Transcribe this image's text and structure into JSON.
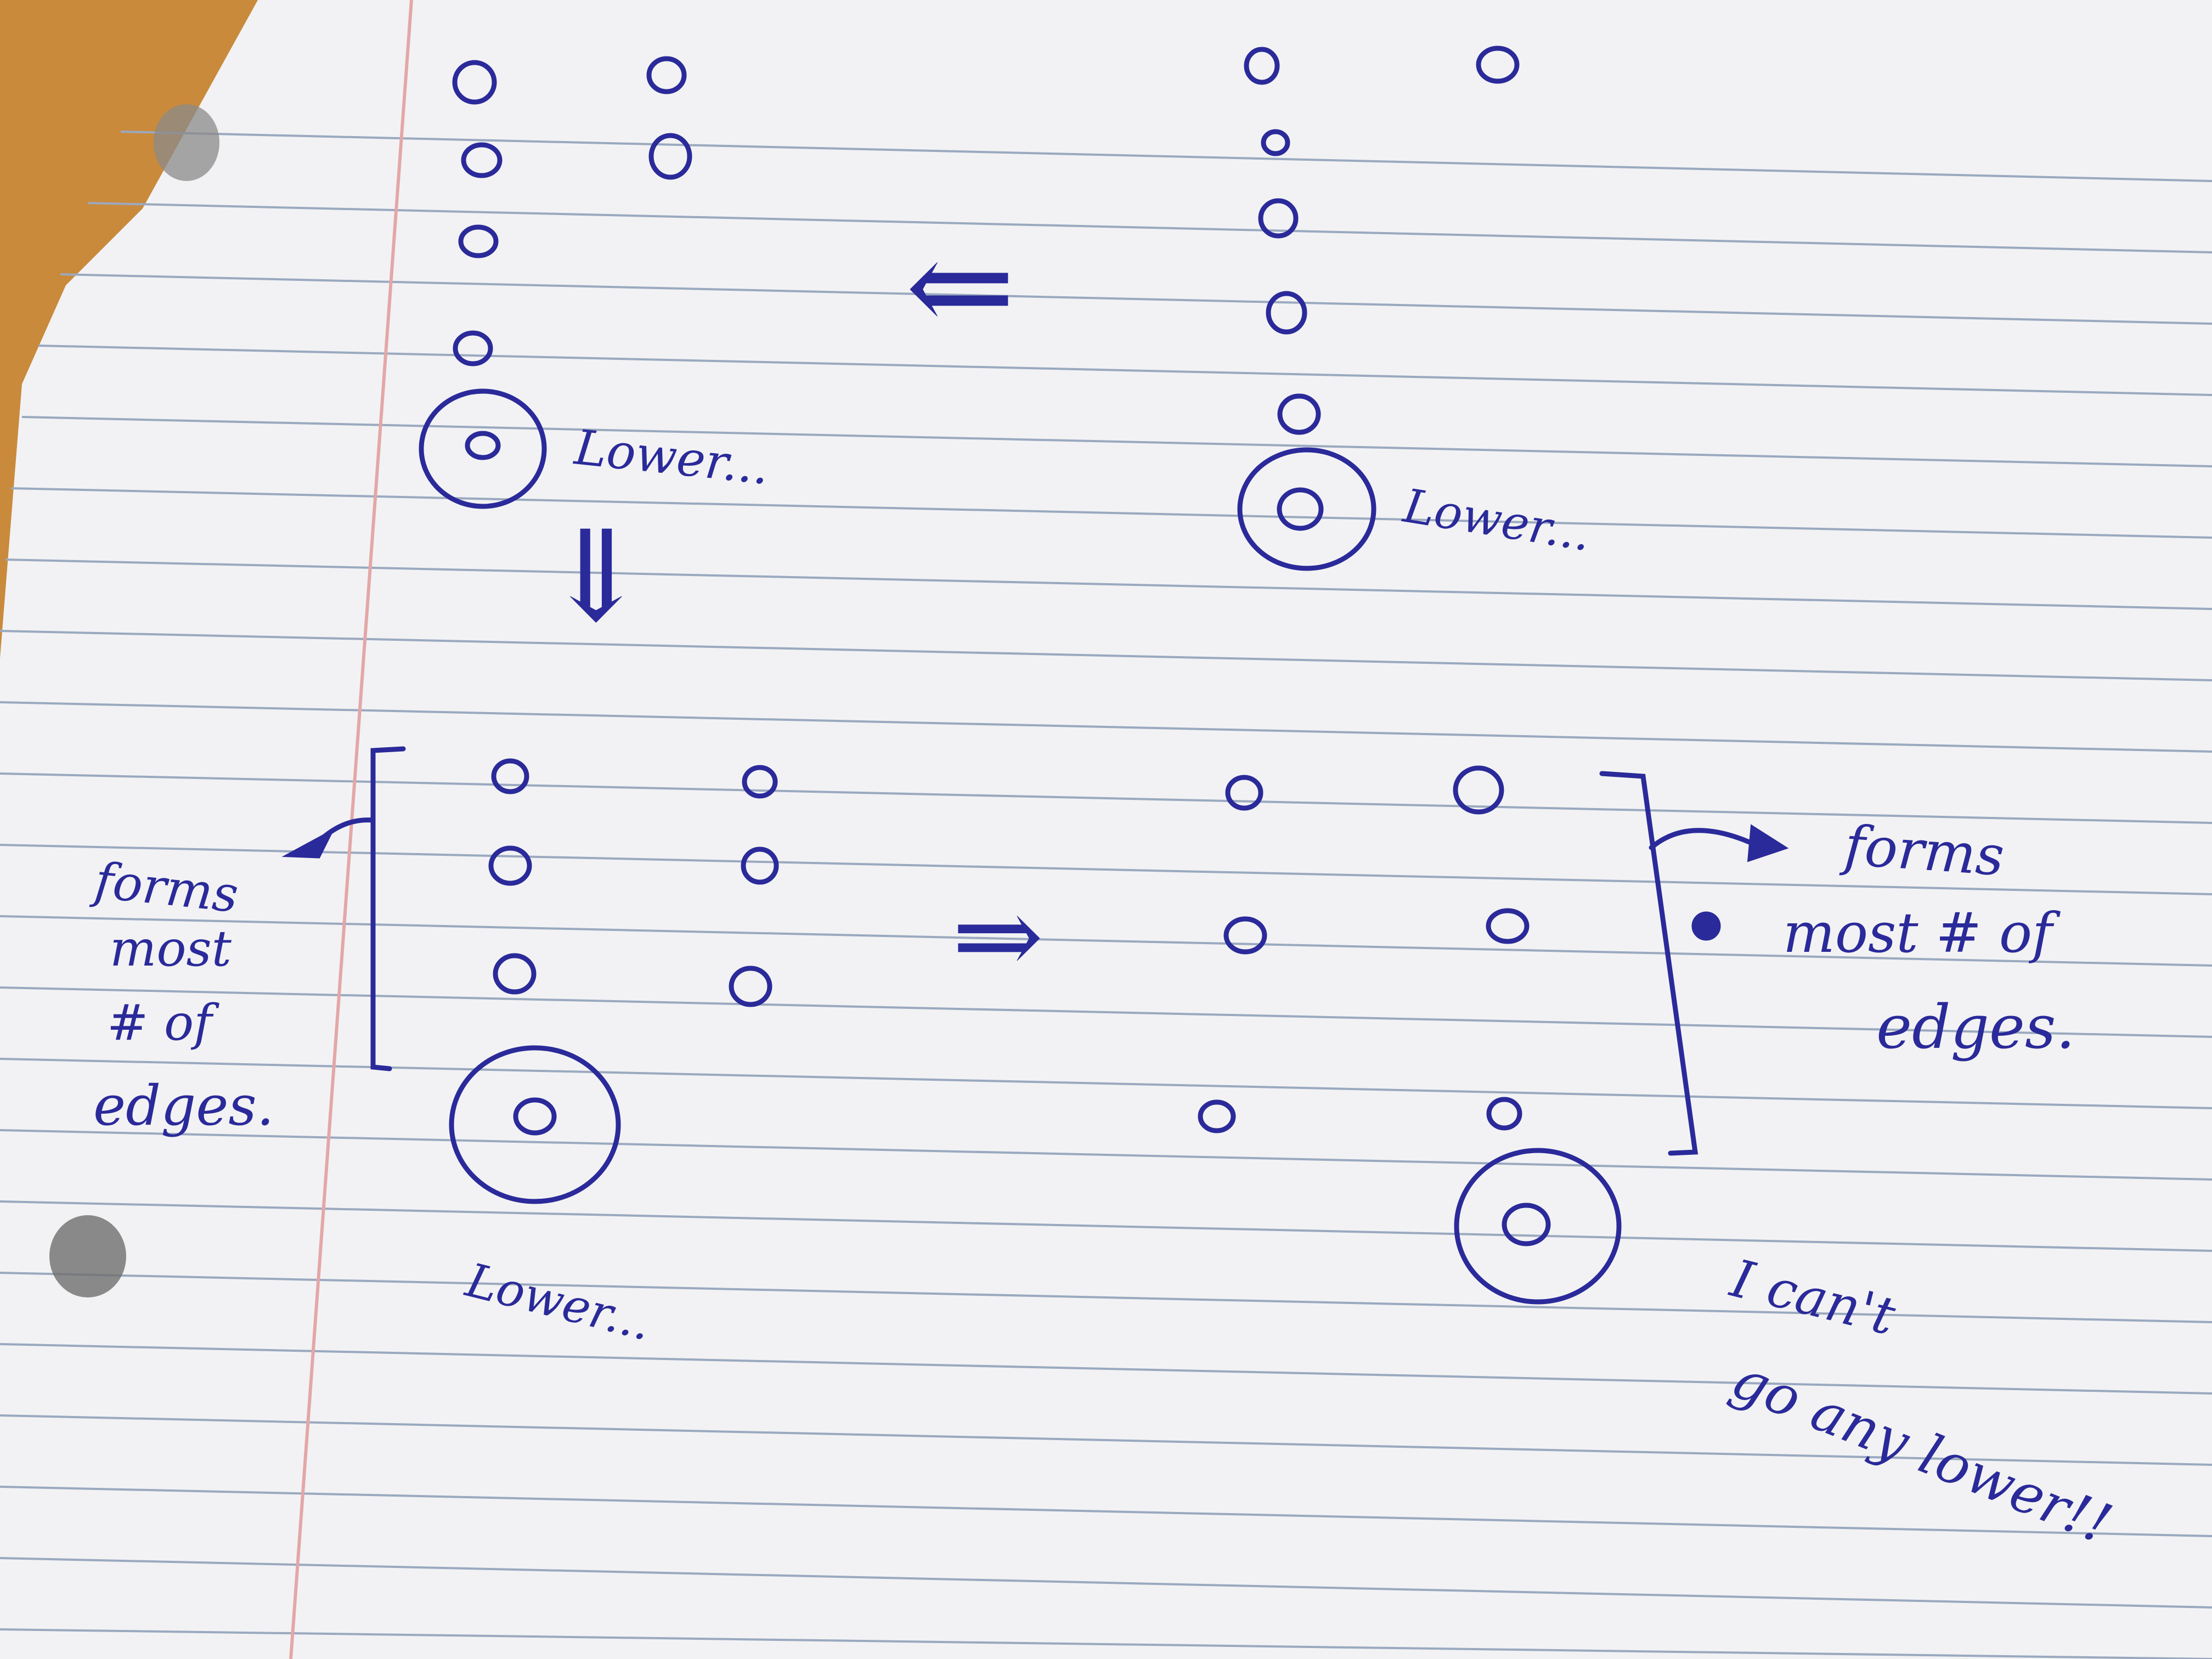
{
  "colors": {
    "table": "#c98a3c",
    "paper": "#f2f2f4",
    "ruling": "#9aa9bf",
    "margin_line": "#e3a7a7",
    "ink": "#2a2a9a"
  },
  "annotations": {
    "lower_a": "Lower...",
    "lower_b": "Lower...",
    "lower_c": "Lower...",
    "forms_left": [
      "forms",
      "most",
      "# of",
      "edges."
    ],
    "forms_right": [
      "forms",
      "most # of",
      "edges."
    ],
    "cant_go": [
      "I can't",
      "go any lower!!"
    ]
  },
  "arrows": {
    "implies_left": "⇐",
    "implies_down": "⇓",
    "implies_right": "⇒"
  }
}
